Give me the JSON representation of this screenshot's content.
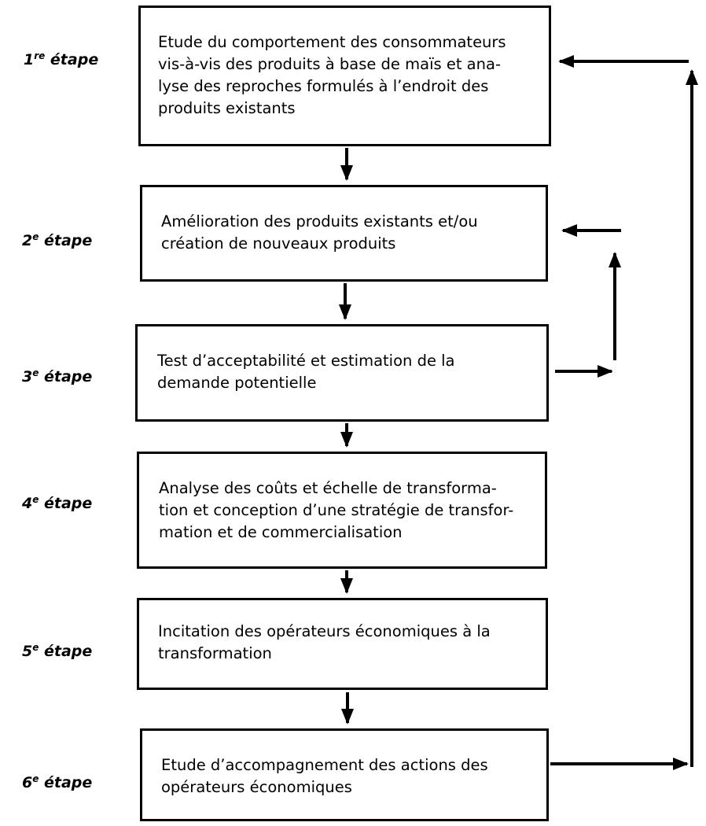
{
  "steps": [
    {
      "num": "1",
      "sup": "re",
      "word": "étape",
      "text": "Etude du comportement des consommateurs\nvis-à-vis des produits à base de maïs et ana-\nlyse des reproches formulés à l’endroit des\nproduits existants"
    },
    {
      "num": "2",
      "sup": "e",
      "word": "étape",
      "text": "Amélioration des produits existants et/ou\ncréation de nouveaux produits"
    },
    {
      "num": "3",
      "sup": "e",
      "word": "étape",
      "text": "Test d’acceptabilité et estimation de la\ndemande potentielle"
    },
    {
      "num": "4",
      "sup": "e",
      "word": "étape",
      "text": "Analyse des coûts et échelle de transforma-\ntion et conception d’une stratégie de transfor-\nmation et de commercialisation"
    },
    {
      "num": "5",
      "sup": "e",
      "word": "étape",
      "text": "Incitation des opérateurs économiques à la\ntransformation"
    },
    {
      "num": "6",
      "sup": "e",
      "word": "étape",
      "text": "Etude d’accompagnement des actions des\nopérateurs économiques"
    }
  ]
}
